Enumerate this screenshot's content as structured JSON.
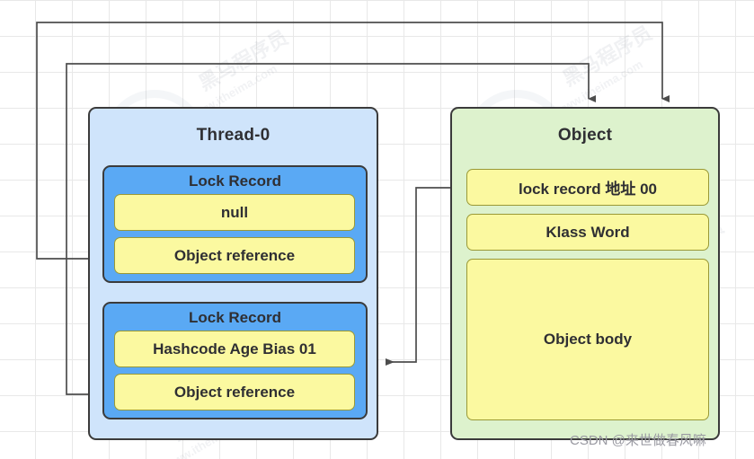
{
  "diagram": {
    "thread_panel": {
      "title": "Thread-0",
      "lock_records": [
        {
          "title": "Lock Record",
          "cells": [
            "null",
            "Object reference"
          ]
        },
        {
          "title": "Lock Record",
          "cells": [
            "Hashcode Age Bias 01",
            "Object reference"
          ]
        }
      ]
    },
    "object_panel": {
      "title": "Object",
      "cells": [
        "lock record 地址 00",
        "Klass Word",
        "Object body"
      ]
    },
    "colors": {
      "thread_panel_bg": "#cfe4fb",
      "lock_record_bg": "#5aa9f4",
      "object_panel_bg": "#ddf2cd",
      "cell_bg": "#fbf9a0",
      "cell_border": "#9a9936",
      "panel_border": "#3b3b3b",
      "connector": "#4d4d4d",
      "text": "#2f2f33"
    },
    "connectors": [
      {
        "name": "object-reference-1-to-object",
        "from": "Object reference (Lock Record 1)",
        "to": "Object (top)"
      },
      {
        "name": "object-reference-2-to-object",
        "from": "Object reference (Lock Record 2)",
        "to": "Object (top)"
      },
      {
        "name": "lock-record-address-to-lock-record-2",
        "from": "lock record 地址 00",
        "to": "Lock Record 2"
      }
    ]
  },
  "watermarks": {
    "csdn": "CSDN @来世做春风嘛",
    "background": "黑马程序员",
    "background_url": "www.itheima.com"
  }
}
